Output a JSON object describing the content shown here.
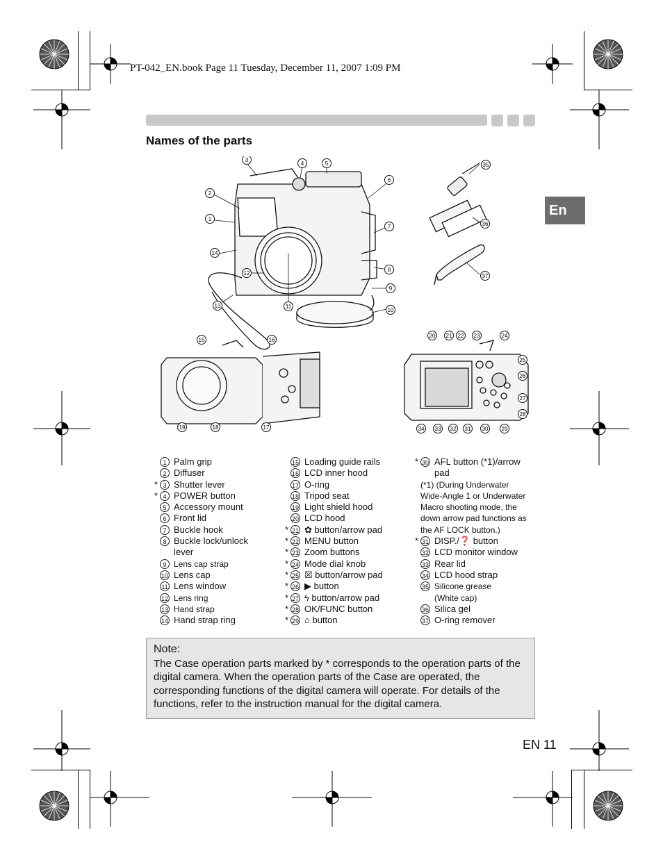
{
  "header": {
    "book_line": "PT-042_EN.book  Page 11  Tuesday, December 11, 2007  1:09 PM"
  },
  "section": {
    "title": "Names of the parts",
    "language_tab": "En"
  },
  "figure_callouts": [
    "1",
    "2",
    "3",
    "4",
    "5",
    "6",
    "7",
    "8",
    "9",
    "10",
    "11",
    "12",
    "13",
    "14",
    "15",
    "16",
    "17",
    "18",
    "19",
    "20",
    "21",
    "22",
    "23",
    "24",
    "25",
    "26",
    "27",
    "28",
    "29",
    "30",
    "31",
    "32",
    "33",
    "34",
    "35",
    "36",
    "37"
  ],
  "parts": {
    "col1": [
      {
        "n": "1",
        "star": "",
        "label": "Palm grip"
      },
      {
        "n": "2",
        "star": "",
        "label": "Diffuser"
      },
      {
        "n": "3",
        "star": "*",
        "label": "Shutter lever"
      },
      {
        "n": "4",
        "star": "*",
        "label": "POWER button"
      },
      {
        "n": "5",
        "star": "",
        "label": "Accessory mount"
      },
      {
        "n": "6",
        "star": "",
        "label": "Front lid"
      },
      {
        "n": "7",
        "star": "",
        "label": "Buckle hook"
      },
      {
        "n": "8",
        "star": "",
        "label": "Buckle lock/unlock",
        "cont": "lever"
      },
      {
        "n": "9",
        "star": "",
        "label": "Lens cap strap",
        "small": true
      },
      {
        "n": "10",
        "star": "",
        "label": "Lens cap"
      },
      {
        "n": "11",
        "star": "",
        "label": "Lens window"
      },
      {
        "n": "12",
        "star": "",
        "label": "Lens ring",
        "small": true
      },
      {
        "n": "13",
        "star": "",
        "label": "Hand strap",
        "small": true
      },
      {
        "n": "14",
        "star": "",
        "label": "Hand strap ring"
      }
    ],
    "col2": [
      {
        "n": "15",
        "star": "",
        "label": "Loading guide rails"
      },
      {
        "n": "16",
        "star": "",
        "label": "LCD inner hood"
      },
      {
        "n": "17",
        "star": "",
        "label": "O-ring"
      },
      {
        "n": "18",
        "star": "",
        "label": "Tripod seat"
      },
      {
        "n": "19",
        "star": "",
        "label": "Light shield hood"
      },
      {
        "n": "20",
        "star": "",
        "label": "LCD hood"
      },
      {
        "n": "21",
        "star": "*",
        "label": "✿ button/arrow pad"
      },
      {
        "n": "22",
        "star": "*",
        "label": "MENU button"
      },
      {
        "n": "23",
        "star": "*",
        "label": "Zoom buttons"
      },
      {
        "n": "24",
        "star": "*",
        "label": "Mode dial knob"
      },
      {
        "n": "25",
        "star": "*",
        "label": "☒ button/arrow pad"
      },
      {
        "n": "26",
        "star": "*",
        "label": "▶ button"
      },
      {
        "n": "27",
        "star": "*",
        "label": "ϟ button/arrow pad"
      },
      {
        "n": "28",
        "star": "*",
        "label": "OK/FUNC button"
      },
      {
        "n": "29",
        "star": "*",
        "label": "⌂ button"
      }
    ],
    "col3_top": {
      "n": "30",
      "star": "*",
      "label": "AFL button (*1)/arrow",
      "cont": "pad"
    },
    "col3_footnote": [
      "(*1) (During Underwater",
      "Wide-Angle 1 or Underwater",
      "Macro shooting mode, the",
      "down arrow pad functions as",
      "the AF LOCK button.)"
    ],
    "col3": [
      {
        "n": "31",
        "star": "*",
        "label": "DISP./❓ button"
      },
      {
        "n": "32",
        "star": "",
        "label": "LCD monitor window"
      },
      {
        "n": "33",
        "star": "",
        "label": "Rear lid"
      },
      {
        "n": "34",
        "star": "",
        "label": "LCD hood strap"
      },
      {
        "n": "35",
        "star": "",
        "label": "Silicone grease",
        "cont": "(White cap)",
        "small": true
      },
      {
        "n": "36",
        "star": "",
        "label": "Silica gel"
      },
      {
        "n": "37",
        "star": "",
        "label": "O-ring remover"
      }
    ]
  },
  "note": {
    "title": "Note:",
    "body": "The Case operation parts marked by * corresponds to the operation parts of the digital camera. When the operation parts of the Case are operated, the corresponding functions of the digital camera will operate. For details of the functions, refer to the instruction manual for the digital camera."
  },
  "footer": {
    "page_number": "EN 11"
  }
}
